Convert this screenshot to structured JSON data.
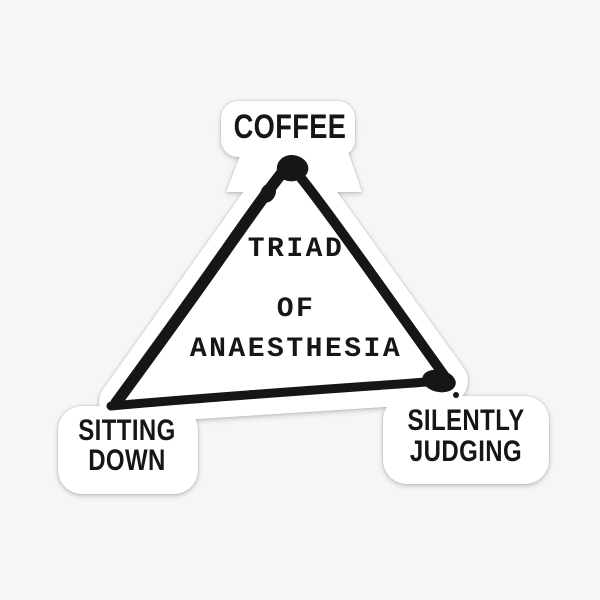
{
  "colors": {
    "page-bg": "#f6f6f6",
    "sticker-white": "#ffffff",
    "ink": "#161616"
  },
  "sticker": {
    "top_vertex_label": "COFFEE",
    "center_title_lines": [
      "TRIAD",
      "OF",
      "ANAESTHESIA"
    ],
    "bottom_left_vertex_lines": [
      "SITTING",
      "DOWN"
    ],
    "bottom_right_vertex_lines": [
      "SILENTLY",
      "JUDGING"
    ]
  }
}
